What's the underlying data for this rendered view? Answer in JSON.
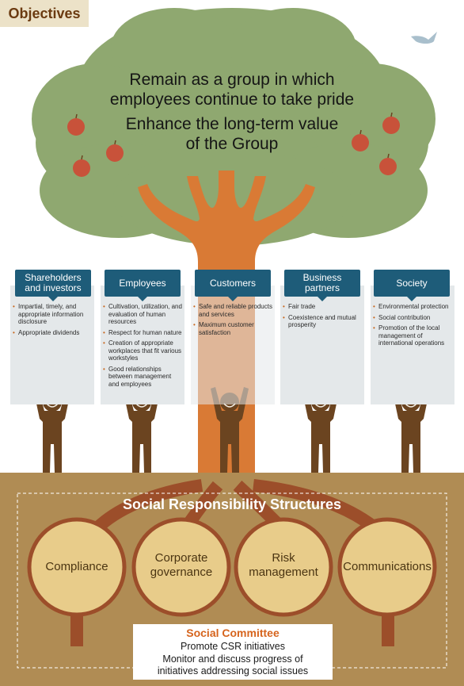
{
  "objectives": {
    "label": "Objectives",
    "lines": [
      "Remain as a group in which",
      "employees continue to take pride",
      "Enhance the long-term value",
      "of the Group"
    ]
  },
  "stakeholders": [
    {
      "name_lines": [
        "Shareholders",
        "and investors"
      ],
      "items": [
        "Impartial, timely, and appropriate information disclosure",
        "Appropriate dividends"
      ]
    },
    {
      "name_lines": [
        "Employees"
      ],
      "items": [
        "Cultivation, utilization, and evaluation of human resources",
        "Respect for human nature",
        "Creation of appropriate workplaces that fit various workstyles",
        "Good relationships between management and employees"
      ]
    },
    {
      "name_lines": [
        "Customers"
      ],
      "items": [
        "Safe and reliable products and services",
        "Maximum customer satisfaction"
      ]
    },
    {
      "name_lines": [
        "Business",
        "partners"
      ],
      "items": [
        "Fair trade",
        "Coexistence and mutual prosperity"
      ]
    },
    {
      "name_lines": [
        "Society"
      ],
      "items": [
        "Environmental protection",
        "Social contribution",
        "Promotion of the local management of international operations"
      ]
    }
  ],
  "structures": {
    "title": "Social Responsibility Structures",
    "circles": [
      {
        "lines": [
          "Compliance"
        ]
      },
      {
        "lines": [
          "Corporate",
          "governance"
        ]
      },
      {
        "lines": [
          "Risk",
          "management"
        ]
      },
      {
        "lines": [
          "Communications"
        ]
      }
    ]
  },
  "committee": {
    "title": "Social Committee",
    "lines": [
      "Promote CSR initiatives",
      "Monitor and discuss progress of",
      "initiatives addressing social issues"
    ]
  },
  "colors": {
    "canopy": "#8fa870",
    "trunk": "#d97a35",
    "ground": "#b08c54",
    "root": "#9c4e2a",
    "header": "#1e5c79",
    "person": "#6b4420",
    "circle": "#e8cc8a",
    "committee_title": "#d6641d"
  },
  "icons": [
    "apple-icon",
    "bird-icon",
    "person-icon"
  ]
}
